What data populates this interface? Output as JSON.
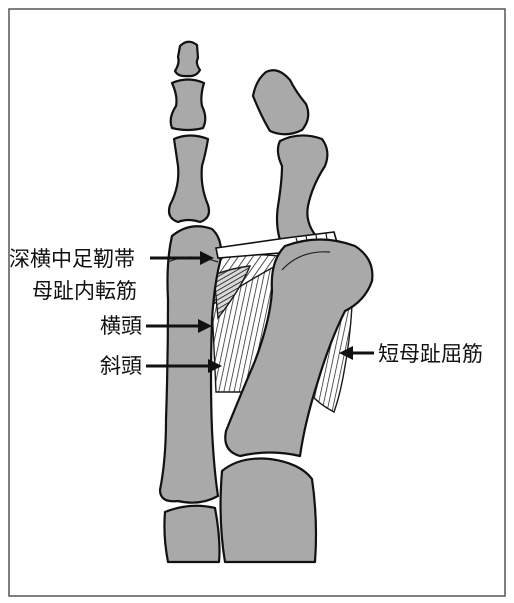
{
  "labels": {
    "deep_transverse_metatarsal_ligament": "深横中足靭帯",
    "adductor_hallucis": "母趾内転筋",
    "transverse_head": "横頭",
    "oblique_head": "斜頭",
    "flexor_hallucis_brevis": "短母趾屈筋"
  },
  "colors": {
    "bone": "#a9a9a9",
    "outline": "#111111",
    "background": "#ffffff"
  }
}
